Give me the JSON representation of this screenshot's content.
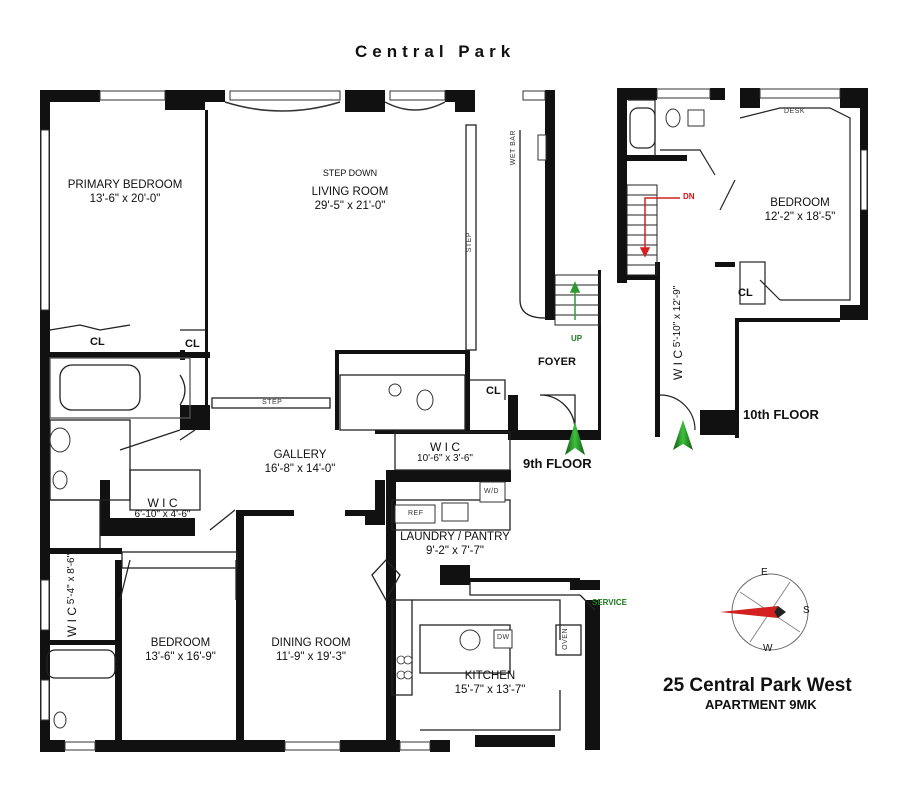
{
  "header": {
    "street": "Central Park"
  },
  "address": {
    "building": "25 Central Park West",
    "unit": "APARTMENT 9MK"
  },
  "floors": {
    "ninth": "9th FLOOR",
    "tenth": "10th FLOOR"
  },
  "rooms": {
    "primary_bedroom": {
      "name": "PRIMARY BEDROOM",
      "size": "13'-6\" x 20'-0\""
    },
    "living_room": {
      "prefix": "STEP DOWN",
      "name": "LIVING ROOM",
      "size": "29'-5\" x 21'-0\""
    },
    "gallery": {
      "name": "GALLERY",
      "size": "16'-8\" x 14'-0\""
    },
    "wic_gallery": {
      "name": "W I C",
      "size": "6'-10\" x 4'-6\""
    },
    "wic_hall": {
      "name": "W I C",
      "size": "10'-6\" x 3'-6\""
    },
    "wic_bedroom": {
      "name": "W I C",
      "size": "5'-4\" x 8'-6\""
    },
    "wic_upper": {
      "name": "W I C",
      "size": "5'-10\" x 12'-9\""
    },
    "laundry": {
      "name": "LAUNDRY / PANTRY",
      "size": "9'-2\" x 7'-7\""
    },
    "bedroom": {
      "name": "BEDROOM",
      "size": "13'-6\" x 16'-9\""
    },
    "dining_room": {
      "name": "DINING ROOM",
      "size": "11'-9\" x 19'-3\""
    },
    "kitchen": {
      "name": "KITCHEN",
      "size": "15'-7\" x 13'-7\""
    },
    "upper_bedroom": {
      "name": "BEDROOM",
      "size": "12'-2\" x 18'-5\""
    },
    "foyer": {
      "name": "FOYER"
    }
  },
  "labels": {
    "cl": "CL",
    "step": "STEP",
    "wet_bar": "WET BAR",
    "up": "UP",
    "dn": "DN",
    "service": "SERVICE",
    "ref": "REF",
    "wd": "W/D",
    "dw": "DW",
    "oven": "OVEN",
    "desk": "DESK"
  },
  "compass": {
    "e": "E",
    "s": "S",
    "w": "W"
  },
  "colors": {
    "wall": "#111111",
    "arrow_green": "#2e9a2e",
    "arrow_red": "#d42020",
    "line": "#555555"
  }
}
